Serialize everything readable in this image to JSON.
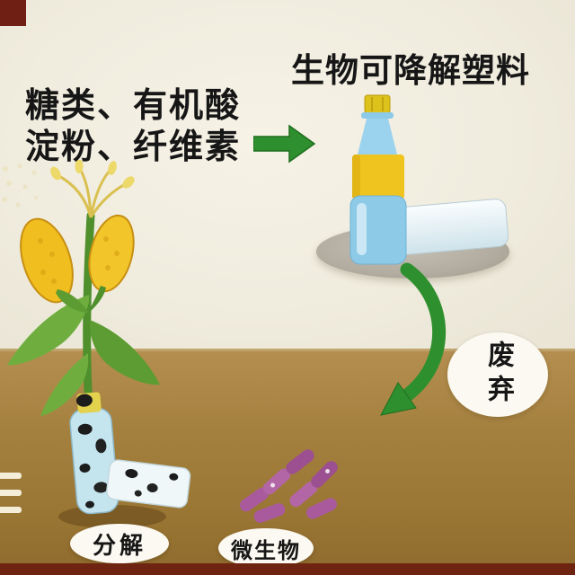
{
  "diagram": {
    "title": "生物可降解塑料",
    "feedstock": {
      "line1": "糖类、有机酸",
      "line2": "淀粉、纤维素"
    },
    "labels": {
      "waste": "废弃",
      "decompose": "分解",
      "microbes": "微生物"
    },
    "icons": {
      "arrow_right": "thick green arrow pointing right",
      "arrow_curved_down": "thick green arrow curving down into soil",
      "corn_plant": "corn plant with yellow cobs and tassel",
      "plastic_bottle": "blue bottle with yellow cap and yellow label on gray tray with foam box",
      "decomposing_bottle": "spotted decomposing bottle and foam piece in soil",
      "microbes_cluster": "purple capsule-shaped microorganisms"
    },
    "colors": {
      "background": "#f1ede1",
      "soil": "#a5813f",
      "arrow_green": "#2e8f2e",
      "bottle_blue": "#8ccae8",
      "bottle_yellow": "#f0c41e",
      "microbe_purple": "#a85a9c",
      "corner_red": "#701f14",
      "bottom_bar": "#6f2412",
      "bubble_white": "#fbf9f1",
      "text": "#161616"
    }
  }
}
